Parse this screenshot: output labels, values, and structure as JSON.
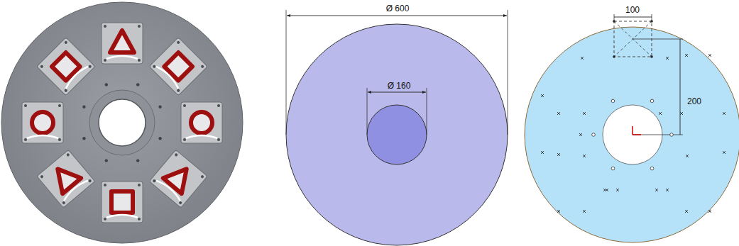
{
  "diagram": {
    "labels": [
      "Ø 600",
      "Ø 160",
      "100",
      "200"
    ]
  }
}
